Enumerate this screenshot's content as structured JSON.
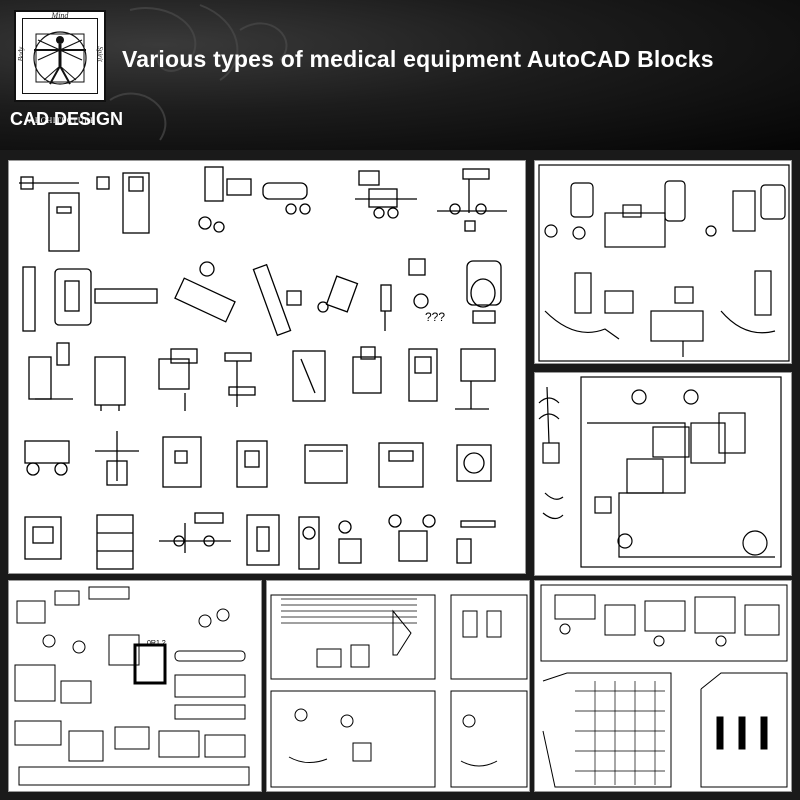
{
  "header": {
    "title": "Various types of medical equipment AutoCAD Blocks",
    "subtitle": "CAD DESIGN",
    "logo": {
      "top_text": "Mind",
      "left_text": "Body",
      "right_text": "Spirit",
      "bottom_text": "ARCHITECTURE"
    }
  },
  "panels": {
    "equipment_blocks": {
      "annotation": "???"
    },
    "overview_plan": {
      "annotation": "0R1 ?"
    }
  },
  "colors": {
    "header_bg": "#0a0a0a",
    "panel_bg": "#ffffff",
    "line": "#000000",
    "frame": "#1a1a1a"
  }
}
